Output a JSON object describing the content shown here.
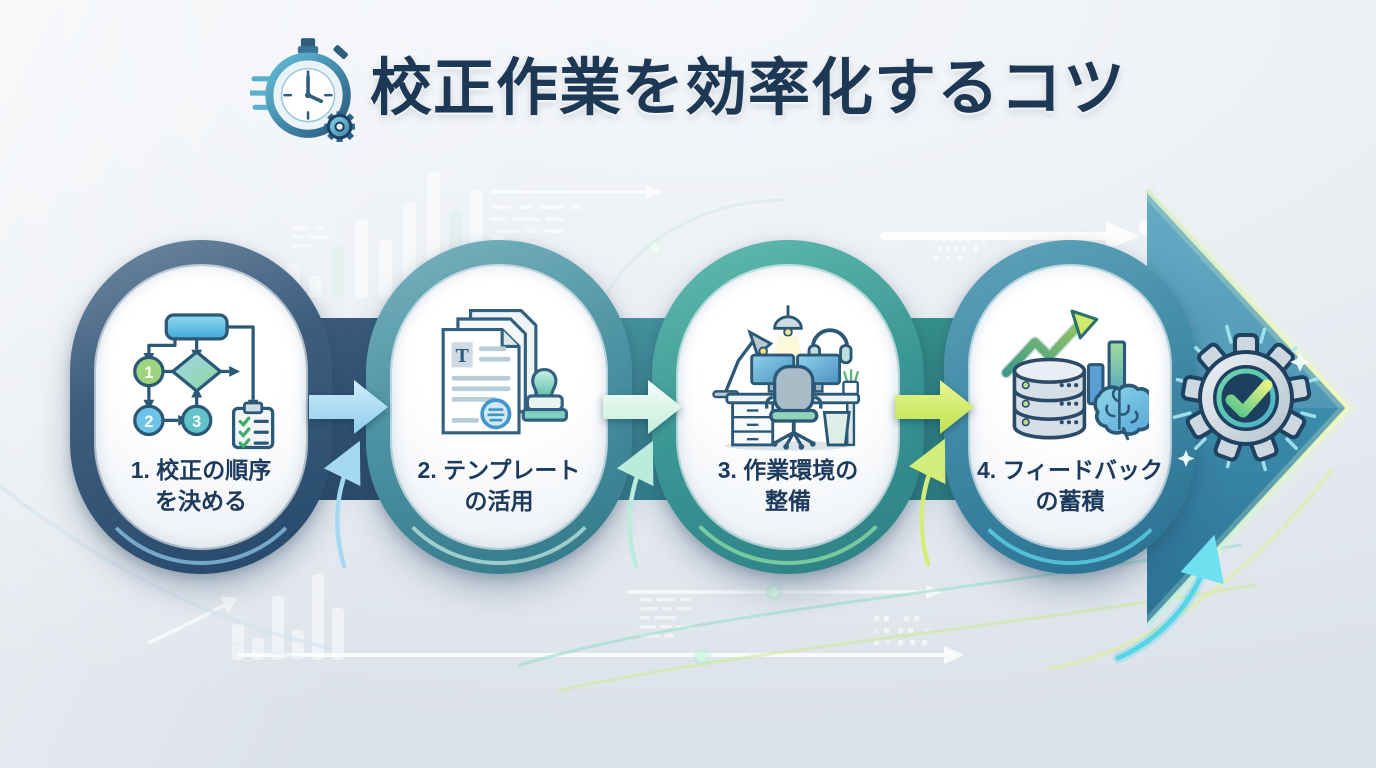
{
  "title": {
    "text": "校正作業を効率化するコツ",
    "icon": "stopwatch-speed-gear-icon"
  },
  "steps": [
    {
      "id": 1,
      "line1": "1. 校正の順序",
      "line2": "を決める",
      "icon": "flowchart-checklist-icon"
    },
    {
      "id": 2,
      "line1": "2. テンプレート",
      "line2": "の活用",
      "icon": "documents-stamp-icon"
    },
    {
      "id": 3,
      "line1": "3. 作業環境の",
      "line2": "整備",
      "icon": "desk-workspace-icon"
    },
    {
      "id": 4,
      "line1": "4. フィードバック",
      "line2": "の蓄積",
      "icon": "database-growth-brain-icon"
    }
  ],
  "flowchart_numbers": [
    "1",
    "2",
    "3"
  ],
  "template_letter": "T",
  "result": {
    "icon": "gear-checkmark-icon"
  },
  "colors": {
    "title_text": "#1c3854",
    "step_label_text": "#1d3a5c",
    "ring_step1": "#2e4d6e",
    "ring_step2": "#4d93a3",
    "ring_step3": "#379690",
    "ring_step4": "#3e88a5",
    "junction_arrow_1": "#a9dcf4",
    "junction_arrow_2": "#dff7ec",
    "junction_arrow_3": "#d3ed6b",
    "chevron": "#3c8cac",
    "chevron_glow": "#eef5a8",
    "check_green": "#54c48c"
  }
}
